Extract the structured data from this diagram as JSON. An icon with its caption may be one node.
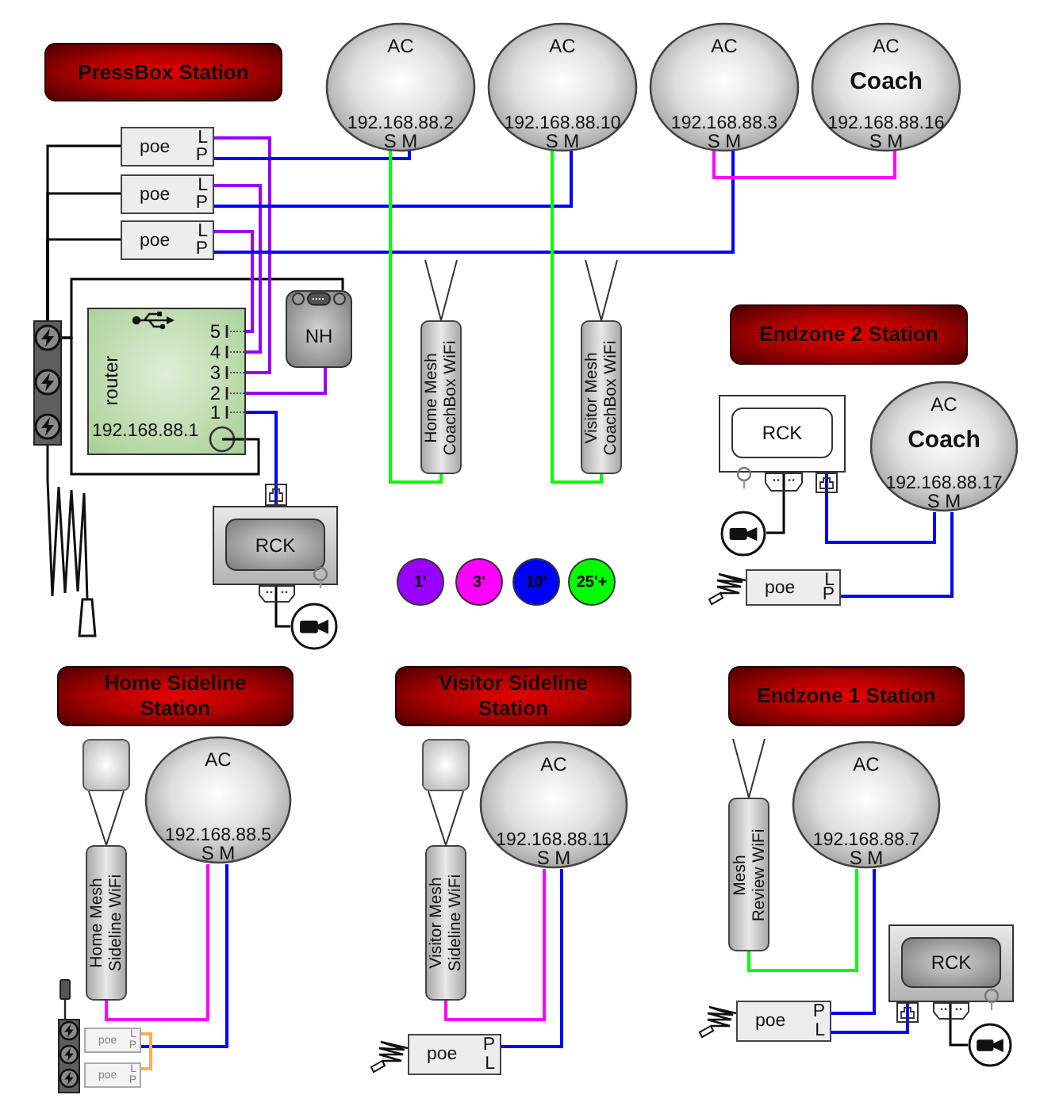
{
  "diagram": {
    "nodes": [
      {
        "text": [
          "PressBox Station"
        ]
      },
      {
        "text": [
          "AC",
          "192.168.88.2",
          "S M"
        ]
      },
      {
        "text": [
          "AC",
          "192.168.88.10",
          "S M"
        ]
      },
      {
        "text": [
          "AC",
          "192.168.88.3",
          "S M"
        ]
      },
      {
        "text": [
          "AC",
          "Coach",
          "192.168.88.16",
          "S M"
        ]
      },
      {
        "text": [
          "poe",
          "L",
          "P"
        ]
      },
      {
        "text": [
          "poe",
          "L",
          "P"
        ]
      },
      {
        "text": [
          "poe",
          "L",
          "P"
        ]
      },
      {
        "text": [
          "Home Mesh CoachBox WiFi"
        ]
      },
      {
        "text": [
          "Visitor Mesh CoachBox WiFi"
        ]
      },
      {
        "text": [],
        "shape": "bar"
      },
      {
        "text": [
          "router",
          "5",
          "4",
          "3",
          "2",
          "1",
          "192.168.88.1"
        ]
      },
      {
        "text": [
          "NH"
        ]
      },
      {
        "text": [
          "Endzone 2 Station"
        ]
      },
      {
        "text": [
          "RCK"
        ]
      },
      {
        "text": [],
        "shape": "picture"
      },
      {
        "text": [
          "RCK"
        ]
      },
      {
        "text": [
          "AC",
          "Coach",
          "192.168.88.17",
          "S M"
        ]
      },
      {
        "text": [],
        "shape": "picture"
      },
      {
        "text": [
          "poe",
          "L",
          "P"
        ]
      },
      {
        "text": [
          "Home Sideline Station"
        ]
      },
      {
        "text": [
          "Visitor Sideline Station"
        ]
      },
      {
        "text": [
          "Endzone 1 Station"
        ]
      },
      {
        "text": [
          "Home Mesh Sideline WiFi"
        ]
      },
      {
        "text": [
          "AC",
          "192.168.88.5",
          "S M"
        ]
      },
      {
        "text": [
          "Visitor Mesh Sideline WiFi"
        ]
      },
      {
        "text": [
          "AC",
          "192.168.88.11",
          "S M"
        ]
      },
      {
        "text": [
          "Mesh Review WiFi"
        ]
      },
      {
        "text": [
          "AC",
          "192.168.88.7",
          "S M"
        ]
      },
      {
        "text": [
          "RCK"
        ]
      },
      {
        "text": [
          "poe",
          "L",
          "P"
        ]
      },
      {
        "text": [
          "poe",
          "L",
          "P"
        ]
      },
      {
        "text": [
          "poe",
          "P",
          "L"
        ]
      },
      {
        "text": [
          "poe",
          "P",
          "L"
        ]
      },
      {
        "text": [],
        "shape": "picture"
      }
    ],
    "edges": [
      {
        "from": 5,
        "to": 10,
        "arrow": "none",
        "color": "#000000"
      },
      {
        "from": 6,
        "to": 10,
        "arrow": "none",
        "color": "#000000"
      },
      {
        "from": 7,
        "to": 10,
        "arrow": "none",
        "color": "#000000"
      },
      {
        "from": 10,
        "to": 11,
        "arrow": "none",
        "color": "#000000"
      },
      {
        "from": 10,
        "to": 12,
        "arrow": "none",
        "color": "#000000"
      },
      {
        "from": 5,
        "to": 11,
        "arrow": "none",
        "color": "#9900ff"
      },
      {
        "from": 6,
        "to": 11,
        "arrow": "none",
        "color": "#9900ff"
      },
      {
        "from": 7,
        "to": 11,
        "arrow": "none",
        "color": "#9900ff"
      },
      {
        "from": 11,
        "to": 12,
        "arrow": "none",
        "color": "#9900ff"
      },
      {
        "from": 11,
        "to": 14,
        "arrow": "none",
        "color": "#0000ff"
      },
      {
        "from": 5,
        "to": 1,
        "arrow": "none",
        "color": "#0000ff"
      },
      {
        "from": 6,
        "to": 2,
        "arrow": "none",
        "color": "#0000ff"
      },
      {
        "from": 7,
        "to": 3,
        "arrow": "none",
        "color": "#0000ff"
      },
      {
        "from": 3,
        "to": 4,
        "arrow": "none",
        "color": "#ff00ff"
      },
      {
        "from": 1,
        "to": 8,
        "arrow": "none",
        "color": "#00ff00"
      },
      {
        "from": 2,
        "to": 9,
        "arrow": "none",
        "color": "#00ff00"
      },
      {
        "from": 14,
        "to": 15,
        "arrow": "none",
        "color": "#000000"
      },
      {
        "from": 16,
        "to": 17,
        "arrow": "none",
        "color": "#0000ff"
      },
      {
        "from": 17,
        "to": 19,
        "arrow": "none",
        "color": "#0000ff"
      },
      {
        "from": 16,
        "to": 18,
        "arrow": "none",
        "color": "#000000"
      },
      {
        "from": 24,
        "to": 23,
        "arrow": "none",
        "color": "#ff00ff"
      },
      {
        "from": 24,
        "to": 30,
        "arrow": "none",
        "color": "#0000ff"
      },
      {
        "from": 30,
        "to": 31,
        "arrow": "none",
        "color": "#ffaa55"
      },
      {
        "from": 26,
        "to": 25,
        "arrow": "none",
        "color": "#ff00ff"
      },
      {
        "from": 26,
        "to": 32,
        "arrow": "none",
        "color": "#0000ff"
      },
      {
        "from": 28,
        "to": 27,
        "arrow": "none",
        "color": "#00ff00"
      },
      {
        "from": 28,
        "to": 33,
        "arrow": "none",
        "color": "#0000ff"
      },
      {
        "from": 33,
        "to": 29,
        "arrow": "none",
        "color": "#0000ff"
      },
      {
        "from": 29,
        "to": 34,
        "arrow": "none",
        "color": "#000000"
      }
    ],
    "legend": [
      {
        "text": "1'",
        "color": "#9900ff"
      },
      {
        "text": "3'",
        "color": "#ff00ff"
      },
      {
        "text": "10'",
        "color": "#0000ff"
      },
      {
        "text": "25'+",
        "color": "#00ff00"
      }
    ]
  }
}
